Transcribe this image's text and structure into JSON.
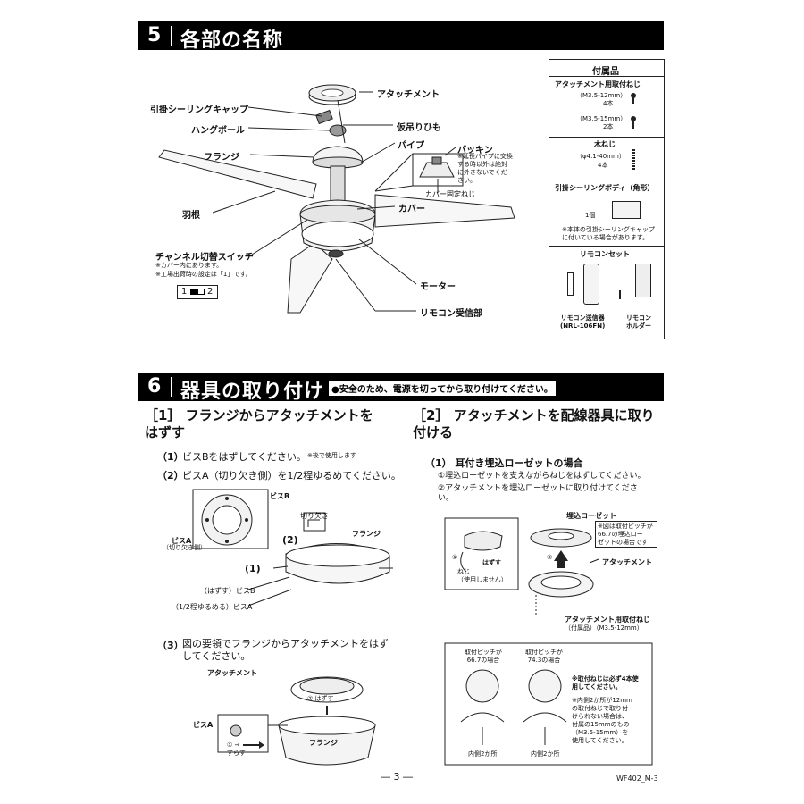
{
  "sec5": {
    "num": "5",
    "title": "各部の名称",
    "labels": {
      "attachment": "アタッチメント",
      "ceiling_cap": "引掛シーリングキャップ",
      "hang_ball": "ハングボール",
      "temp_cord": "仮吊りひも",
      "flange": "フランジ",
      "pipe": "パイプ",
      "packing": "パッキン",
      "packing_note": "※延長パイプに交換\nする時以外は絶対\nに外さないでくだ\nさい。",
      "cover_screw": "カバー固定ねじ",
      "blade": "羽根",
      "cover": "カバー",
      "switch": "チャンネル切替スイッチ",
      "switch_note1": "※カバー内にあります。",
      "switch_note2": "※工場出荷時の設定は「1」です。",
      "switch_1": "1",
      "switch_2": "2",
      "motor": "モーター",
      "receiver": "リモコン受信部"
    },
    "accessories": {
      "title": "付属品",
      "att_screw_title": "アタッチメント用取付ねじ",
      "att_screw_a": "（M3.5-12mm）",
      "att_screw_a_qty": "4本",
      "att_screw_b": "（M3.5-15mm）",
      "att_screw_b_qty": "2本",
      "wood_title": "木ねじ",
      "wood_spec": "（φ4.1-40mm）",
      "wood_qty": "4本",
      "body_title": "引掛シーリングボディ（角形）",
      "body_qty": "1個",
      "body_note": "※本体の引掛シーリングキャップ\nに付いている場合があります。",
      "remote_title": "リモコンセット",
      "remote_tx": "リモコン送信器\n(NRL-106FN)",
      "remote_holder": "リモコン\nホルダー"
    }
  },
  "sec6": {
    "num": "6",
    "title": "器具の取り付け",
    "safety_note": "●安全のため、電源を切ってから取り付けてください。",
    "s1": {
      "heading": "［1］ フランジからアタッチメントを\nはずす",
      "step1_num": "（1）",
      "step1": "ビスBをはずしてください。",
      "step1_note": "※後で使用します",
      "step2_num": "（2）",
      "step2": "ビスA（切り欠き側）を1/2程ゆるめてください。",
      "bisb": "ビスB",
      "bisa": "ビスA",
      "bisa_note": "（切り欠き側）",
      "kirikaki": "切り欠き",
      "flange": "フランジ",
      "callout1": "(1)",
      "callout2": "(2)",
      "remove_b": "（はずす）ビスB",
      "loosen_a": "（1/2程ゆるめる）ビスA",
      "step3_num": "（3）",
      "step3": "図の要領でフランジからアタッチメントをはず\nしてください。",
      "att": "アタッチメント",
      "bisa2": "ビスA",
      "hazusu": "② はずす",
      "slide": "① → \nずらす",
      "flange2": "フランジ"
    },
    "s2": {
      "heading": "［2］ アタッチメントを配線器具に取り\n付ける",
      "sub": "（1） 耳付き埋込ローゼットの場合",
      "line1": "①埋込ローゼットを支えながらねじをはずしてください。",
      "line2": "②アタッチメントを埋込ローゼットに取り付けてくださ\nい。",
      "rosette": "埋込ローゼット",
      "pitch_note": "※図は取付ピッチが\n66.7の埋込ロー\nゼットの場合です",
      "att": "アタッチメント",
      "remove": "はずす",
      "screw": "ねじ\n（使用しません）",
      "circle1": "①",
      "circle2": "②",
      "att_screw": "アタッチメント用取付ねじ",
      "att_screw_spec": "（付属品）（M3.5-12mm）",
      "pitch_a": "取付ピッチが\n66.7の場合",
      "pitch_b": "取付ピッチが\n74.3の場合",
      "must4": "※取付ねじは必ず4本使\n用してください。",
      "inner_note": "※内側2か所が12mm\nの取付ねじで取り付\nけられない場合は、\n付属の15mmのもの\n（M3.5-15mm）を\n使用してください。",
      "inner_a": "内側2か所",
      "inner_b": "内側2か所"
    }
  },
  "footer": {
    "page": "― 3 ―",
    "code": "WF402_M-3"
  }
}
